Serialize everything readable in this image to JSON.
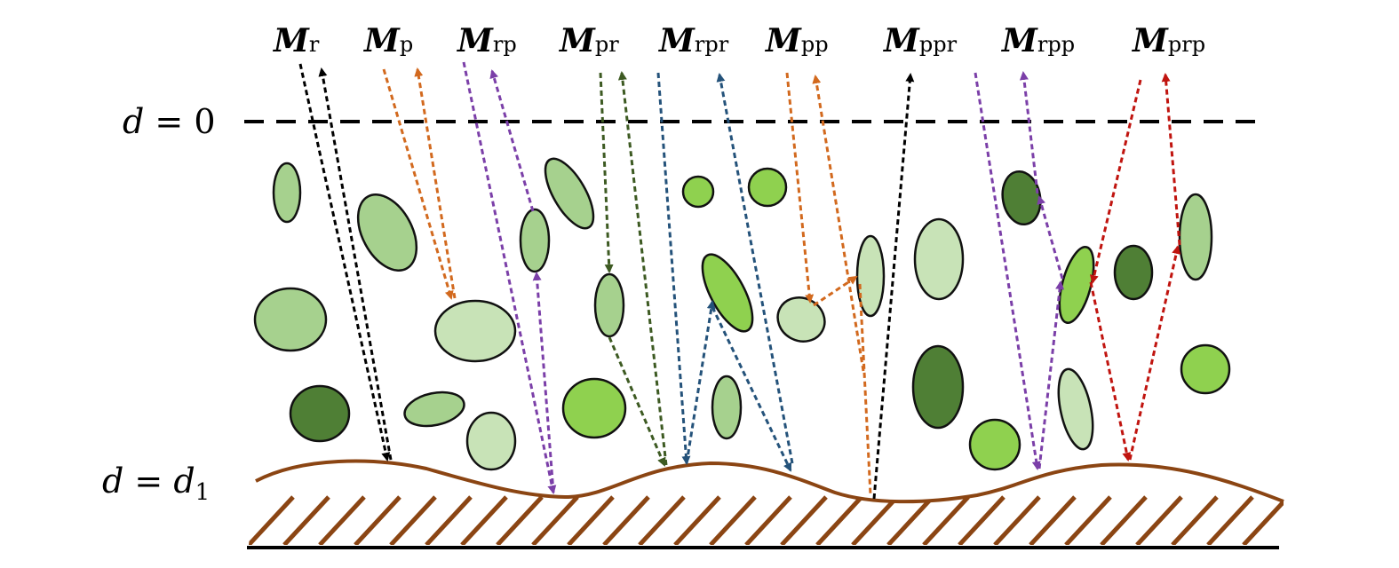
{
  "top_labels": [
    {
      "main": "M",
      "sub": "r"
    },
    {
      "main": "M",
      "sub": "p"
    },
    {
      "main": "M",
      "sub": "rp"
    },
    {
      "main": "M",
      "sub": "pr"
    },
    {
      "main": "M",
      "sub": "rpr"
    },
    {
      "main": "M",
      "sub": "pp"
    },
    {
      "main": "M",
      "sub": "ppr"
    },
    {
      "main": "M",
      "sub": "rpp"
    },
    {
      "main": "M",
      "sub": "prp"
    }
  ],
  "depth_labels": {
    "top": {
      "var": "d",
      "eq": " = ",
      "val": "0"
    },
    "bottom": {
      "var": "d",
      "eq": " = ",
      "val": "d",
      "val_sub": "1"
    }
  },
  "colors": {
    "black": "#000000",
    "orange": "#d2691e",
    "purple": "#7b3fa8",
    "darkgreen": "#3d5a22",
    "blue": "#24527a",
    "red": "#c0140f",
    "ground": "#8b4513",
    "leaf_light": "#c8e3b7",
    "leaf_mid": "#a6d18e",
    "leaf_bright": "#8fd14f",
    "leaf_dark": "#4f7f35"
  }
}
